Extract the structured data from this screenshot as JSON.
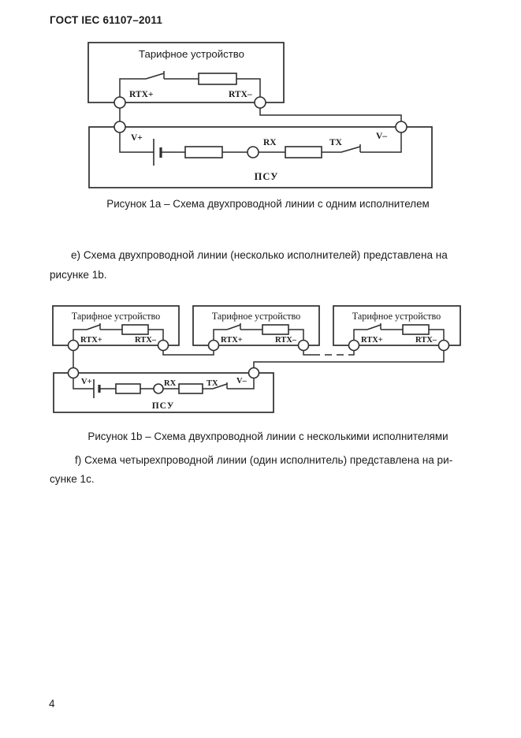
{
  "page": {
    "header": "ГОСТ IEC 61107–2011",
    "page_number": "4"
  },
  "figure_1a": {
    "device": {
      "title": "Тарифное устройство",
      "rtx_plus": "RTX+",
      "rtx_minus": "RTX–"
    },
    "psu": {
      "title": "ПСУ",
      "v_plus": "V+",
      "v_minus": "V–",
      "rx": "RX",
      "tx": "TX"
    },
    "caption": "Рисунок 1а – Схема двухпроводной линии с одним исполнителем"
  },
  "paragraph_e": {
    "line1": "е) Схема двухпроводной линии (несколько исполнителей) представлена на",
    "line2": "рисунке 1b."
  },
  "figure_1b": {
    "devices": [
      {
        "title": "Тарифное устройство",
        "rtx_plus": "RTX+",
        "rtx_minus": "RTX–"
      },
      {
        "title": "Тарифное устройство",
        "rtx_plus": "RTX+",
        "rtx_minus": "RTX–"
      },
      {
        "title": "Тарифное устройство",
        "rtx_plus": "RTX+",
        "rtx_minus": "RTX–"
      }
    ],
    "psu": {
      "title": "ПСУ",
      "v_plus": "V+",
      "v_minus": "V–",
      "rx": "RX",
      "tx": "TX"
    },
    "caption": "Рисунок 1b – Схема двухпроводной линии с несколькими исполнителями"
  },
  "paragraph_f": {
    "line1": "f) Схема четырехпроводной линии (один исполнитель) представлена на ри-",
    "line2": "сунке 1с."
  }
}
